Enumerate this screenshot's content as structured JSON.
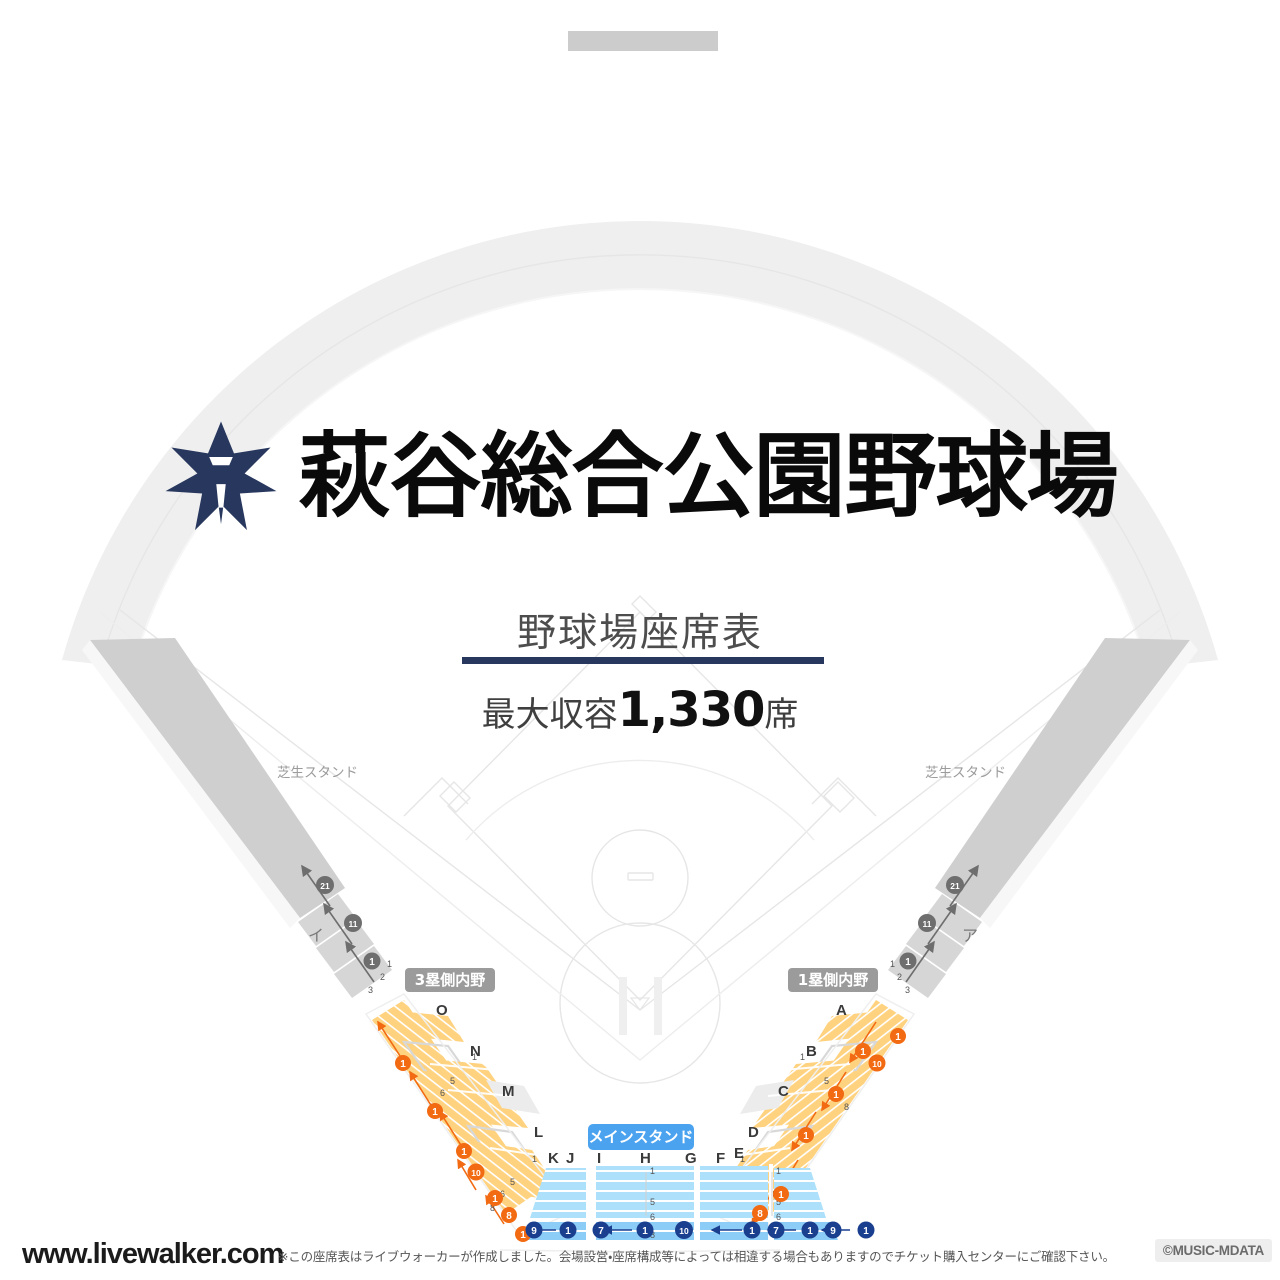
{
  "header": {
    "logo_icon": "star-emblem-icon",
    "venue_title": "萩谷総合公園野球場",
    "subtitle": "野球場座席表",
    "capacity_label": "最大収容",
    "capacity_number": "1,330",
    "capacity_unit": "席"
  },
  "map": {
    "main_stand_badge": "メインスタンド",
    "third_base_badge": "3塁側内野",
    "first_base_badge": "1塁側内野",
    "lawn_stand_left_label": "芝生スタンド",
    "lawn_stand_right_label": "芝生スタンド",
    "lawn_gate_left": "イ",
    "lawn_gate_right": "ア",
    "lawn_rows_left": [
      "21",
      "11",
      "1"
    ],
    "lawn_rows_right": [
      "21",
      "11",
      "1"
    ],
    "lawn_seat_nums_left": [
      "1",
      "2",
      "3"
    ],
    "lawn_seat_nums_right": [
      "1",
      "2",
      "3"
    ],
    "third_base_sections": [
      "O",
      "N",
      "M",
      "L",
      "K"
    ],
    "first_base_sections": [
      "A",
      "B",
      "C",
      "D",
      "E",
      "F"
    ],
    "main_stand_sections": [
      "J",
      "I",
      "H",
      "G"
    ],
    "third_base_row_marks": [
      "1",
      "5",
      "6",
      "8"
    ],
    "first_base_row_marks": [
      "1",
      "5",
      "6",
      "8"
    ],
    "main_stand_row_marks": [
      "1",
      "5",
      "6",
      "8"
    ],
    "third_base_pins": [
      "1",
      "1",
      "1",
      "10",
      "1",
      "8",
      "1"
    ],
    "first_base_pins": [
      "1",
      "10",
      "1",
      "1",
      "1",
      "1",
      "8"
    ],
    "main_stand_pins": [
      "9",
      "1",
      "7",
      "1",
      "10",
      "1",
      "7",
      "1",
      "9",
      "1"
    ]
  },
  "colors": {
    "navy": "#27375e",
    "seat_orange": "#ffcf73",
    "seat_orange_line": "#fbb040",
    "seat_blue": "#ace0fb",
    "seat_blue_line": "#66bdf2",
    "pin_orange": "#f26a12",
    "pin_navy": "#1b3f8f",
    "pin_gray": "#6e6e6e",
    "badge_blue": "#4ba3f0",
    "badge_gray": "#9b9b9b",
    "field_line": "#e3e3e3",
    "stand_gray": "#efefef",
    "lawn_gray": "#cdcdcd"
  },
  "footer": {
    "brand": "www.livewalker.com",
    "disclaimer": "※この座席表はライブウォーカーが作成しました。会場設営・座席構成等によっては相違する場合もありますのでチケット購入センターにご確認下さい。",
    "copyright": "©MUSIC-MDATA"
  }
}
